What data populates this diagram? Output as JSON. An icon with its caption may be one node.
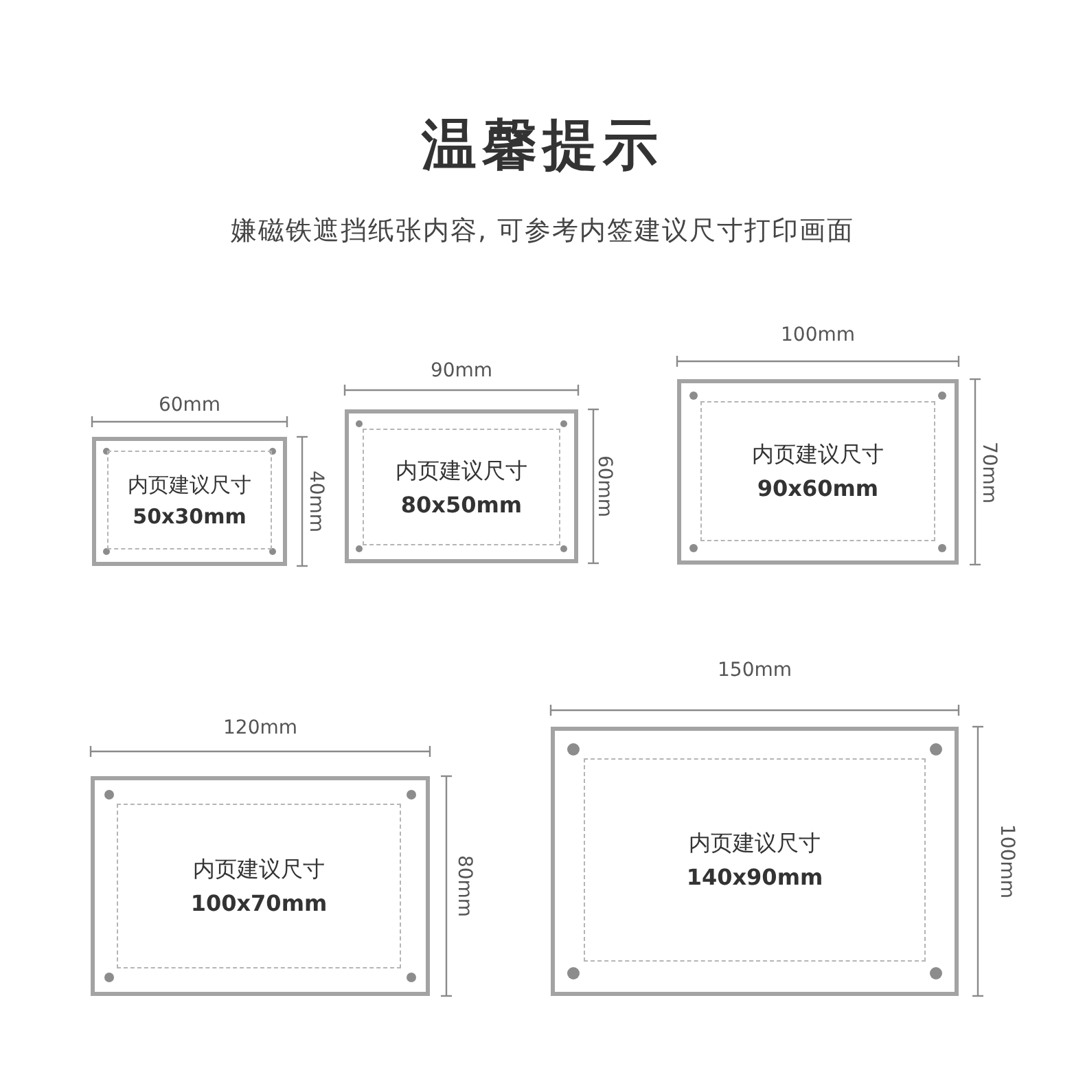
{
  "diagram": {
    "title": "温馨提示",
    "caption": "嫌磁铁遮挡纸张内容, 可参考内签建议尺寸打印画面",
    "nodes": [
      {
        "text": [],
        "shape": "box"
      },
      {
        "text": [
          "内页建议尺寸",
          "50x30mm"
        ],
        "in": 0
      },
      {
        "text": [],
        "shape": "box"
      },
      {
        "text": [
          "内页建议尺寸",
          "80x50mm"
        ],
        "in": 2
      },
      {
        "text": [],
        "shape": "box"
      },
      {
        "text": [
          "内页建议尺寸",
          "90x60mm"
        ],
        "in": 4
      },
      {
        "text": [],
        "shape": "box"
      },
      {
        "text": [
          "内页建议尺寸",
          "100x70mm"
        ],
        "in": 6
      },
      {
        "text": [],
        "shape": "box"
      },
      {
        "text": [
          "内页建议尺寸",
          "140x90mm"
        ],
        "in": 8
      }
    ],
    "labels": [
      "60mm",
      "40mm",
      "90mm",
      "60mm",
      "100mm",
      "70mm",
      "120mm",
      "80mm",
      "150mm",
      "100mm"
    ]
  }
}
